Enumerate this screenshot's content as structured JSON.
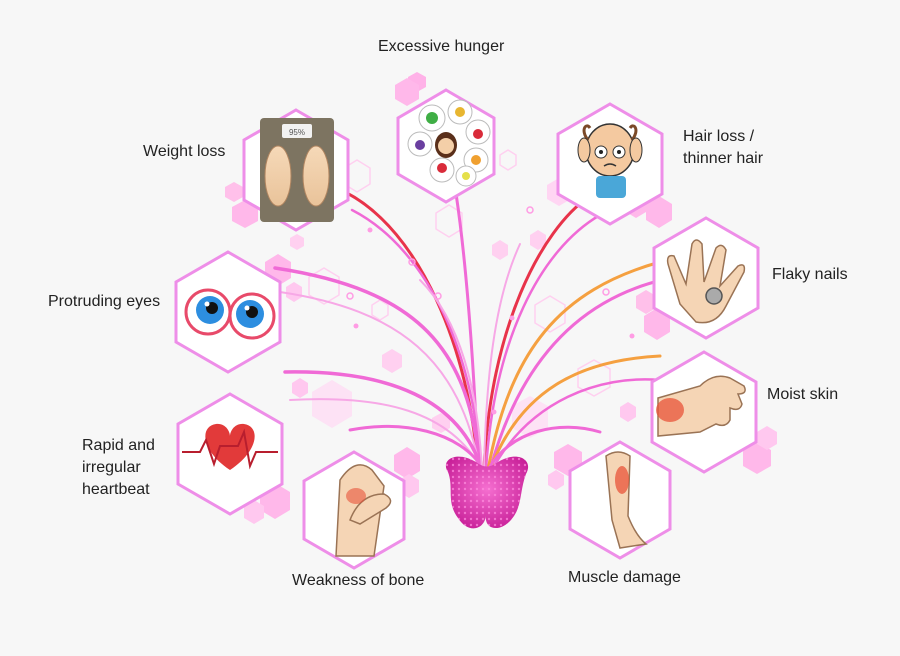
{
  "symptoms": {
    "hunger": {
      "label": "Excessive hunger",
      "icon": "fruit-thoughts-icon"
    },
    "hair": {
      "line1": "Hair loss /",
      "line2": "thinner hair",
      "icon": "bald-head-icon"
    },
    "weight": {
      "label": "Weight loss",
      "icon": "scale-feet-icon",
      "scale_reading": "95%"
    },
    "nails": {
      "label": "Flaky nails",
      "icon": "hand-nails-icon"
    },
    "eyes": {
      "label": "Protruding eyes",
      "icon": "bulging-eyes-icon"
    },
    "skin": {
      "label": "Moist skin",
      "icon": "hand-skin-icon"
    },
    "heart": {
      "line1": "Rapid and",
      "line2": "irregular",
      "line3": "heartbeat",
      "icon": "heartbeat-icon"
    },
    "bone": {
      "label": "Weakness of bone",
      "icon": "knee-joint-icon"
    },
    "muscle": {
      "label": "Muscle damage",
      "icon": "leg-muscle-icon"
    }
  },
  "center": {
    "icon": "thyroid-gland-icon"
  },
  "colors": {
    "frame": "#ee8ee8",
    "hex_fill": "#ff99dd",
    "thyroid": "#e23fb8",
    "ray_red": "#e8334a",
    "ray_orange": "#f5a040",
    "ray_pink": "#f06ad6"
  }
}
